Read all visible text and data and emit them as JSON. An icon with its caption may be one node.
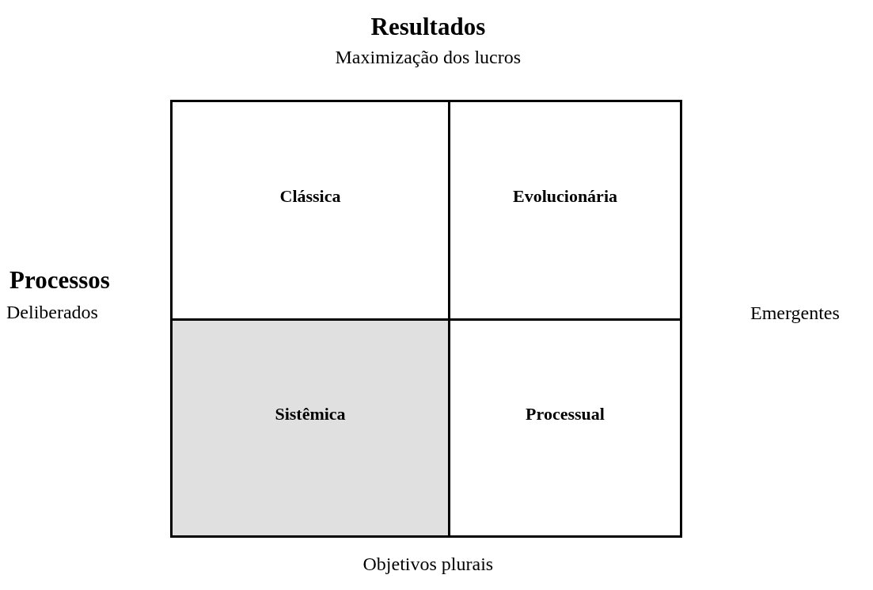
{
  "diagram": {
    "nodes": [
      {
        "text": [
          "Clássica"
        ]
      },
      {
        "text": [
          "Evolucionária"
        ]
      },
      {
        "text": [
          "Sistêmica"
        ]
      },
      {
        "text": [
          "Processual"
        ]
      }
    ],
    "labels": [
      "Resultados",
      "Maximização dos lucros",
      "Processos",
      "Deliberados",
      "Emergentes",
      "Objetivos plurais"
    ]
  }
}
